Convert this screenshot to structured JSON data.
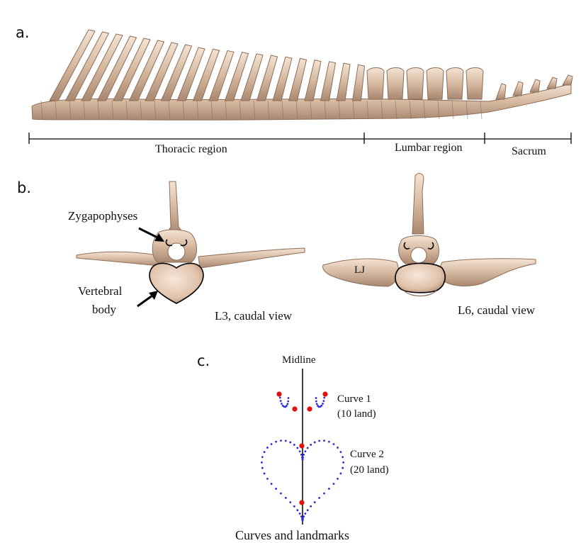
{
  "panels": {
    "a": {
      "letter": "a.",
      "regions": [
        {
          "label": "Thoracic region"
        },
        {
          "label": "Lumbar region"
        },
        {
          "label": "Sacrum"
        }
      ]
    },
    "b": {
      "letter": "b.",
      "labels": {
        "zygapophyses": "Zygapophyses",
        "vertebral_body_line1": "Vertebral",
        "vertebral_body_line2": "body",
        "lj": "LJ"
      },
      "views": {
        "left": "L3, caudal view",
        "right": "L6, caudal view"
      }
    },
    "c": {
      "letter": "c.",
      "midline": "Midline",
      "curve1_line1": "Curve 1",
      "curve1_line2": "(10 land)",
      "curve2_line1": "Curve 2",
      "curve2_line2": "(20 land)",
      "caption": "Curves and landmarks"
    }
  },
  "colors": {
    "bone_light": "#efd9c6",
    "bone_mid": "#c9a78c",
    "bone_dark": "#9c7b63",
    "landmark": "#e01010",
    "semilandmark": "#2b2bd6",
    "line": "#000000"
  }
}
